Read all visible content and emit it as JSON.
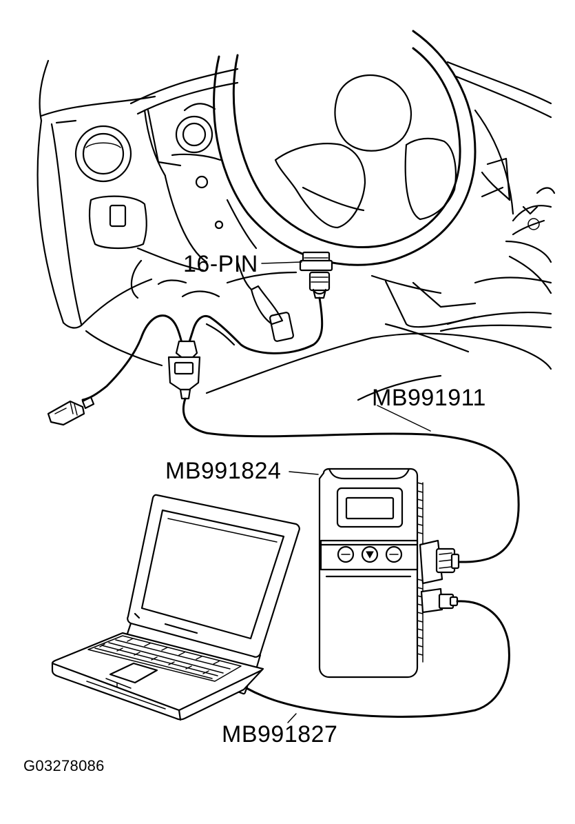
{
  "labels": {
    "connector": "16-PIN",
    "cable_main": "MB991911",
    "vci_unit": "MB991824",
    "usb_cable": "MB991827",
    "figure_id": "G03278086"
  },
  "colors": {
    "ink": "#000000",
    "paper": "#ffffff"
  }
}
